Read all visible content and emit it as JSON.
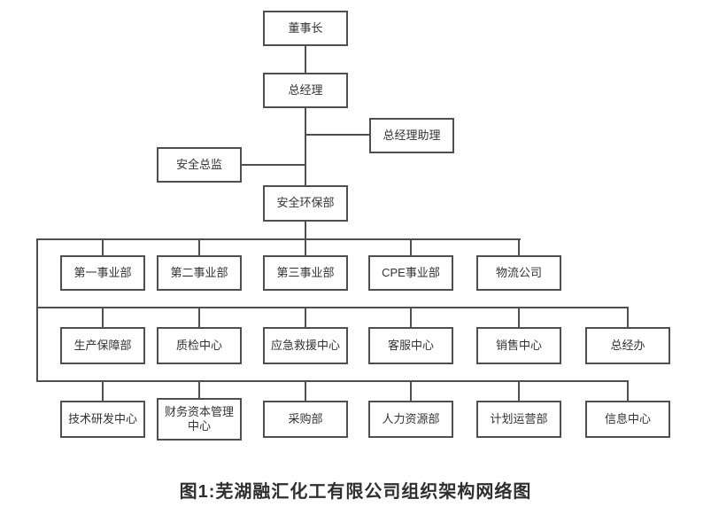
{
  "diagram": {
    "nodes": {
      "chairman": "董事长",
      "general_manager": "总经理",
      "gm_assistant": "总经理助理",
      "safety_director": "安全总监",
      "safety_env_dept": "安全环保部",
      "division_1": "第一事业部",
      "division_2": "第二事业部",
      "division_3": "第三事业部",
      "cpe_division": "CPE事业部",
      "logistics_company": "物流公司",
      "production_support_dept": "生产保障部",
      "quality_inspection_center": "质检中心",
      "emergency_rescue_center": "应急救援中心",
      "customer_service_center": "客服中心",
      "sales_center": "销售中心",
      "gm_office": "总经办",
      "tech_rd_center": "技术研发中心",
      "finance_capital_mgmt_center": "财务资本管理中心",
      "purchasing_dept": "采购部",
      "hr_dept": "人力资源部",
      "planning_operations_dept": "计划运营部",
      "information_center": "信息中心"
    },
    "caption": "图1:芜湖融汇化工有限公司组织架构网络图",
    "colors": {
      "line": "#4f4f4f",
      "text": "#333333",
      "background": "#ffffff"
    }
  }
}
